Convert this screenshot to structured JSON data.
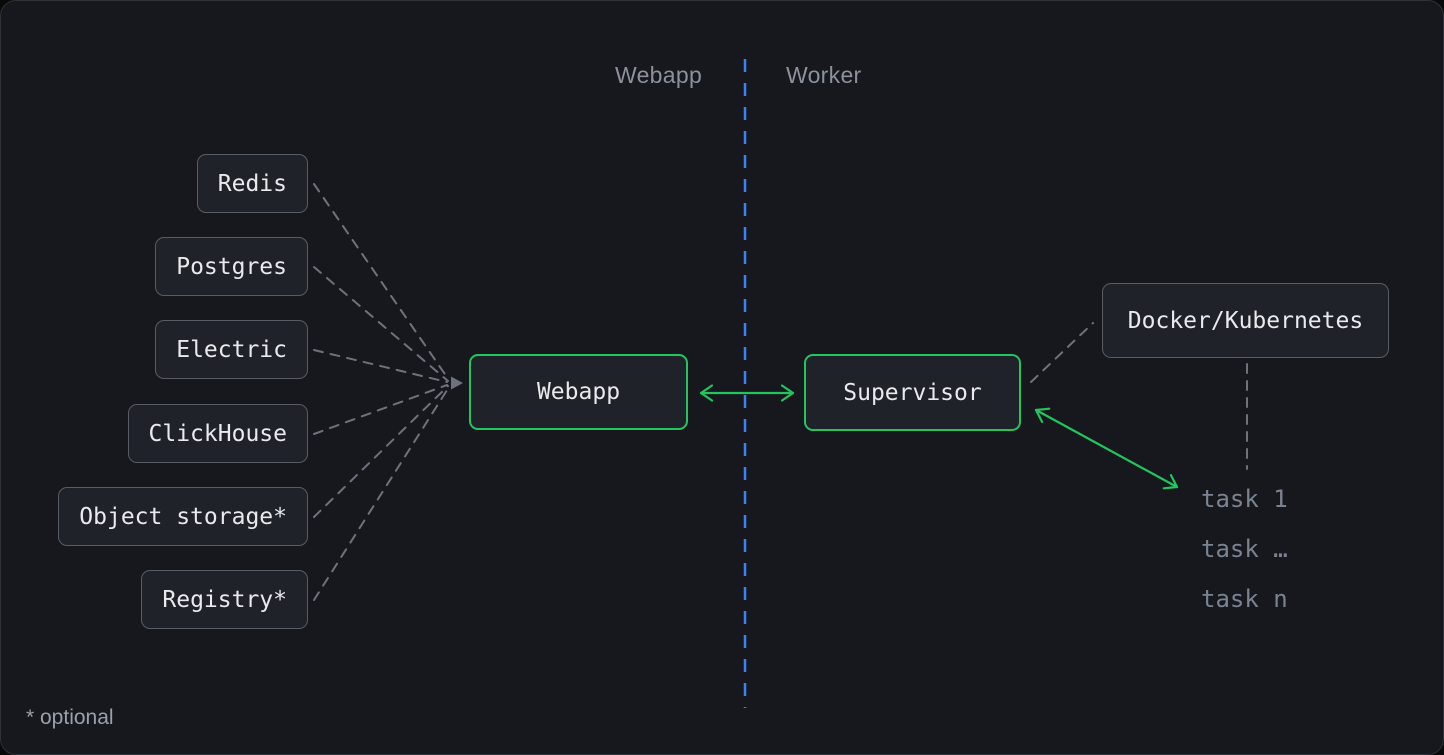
{
  "colors": {
    "bg_outer": "#08090b",
    "canvas_bg": "#16181d",
    "canvas_border": "#2d3138",
    "node_bg": "#1f2228",
    "node_border": "#575c65",
    "node_text": "#e8eaee",
    "accent_green": "#22c55e",
    "divider_blue": "#3b82f6",
    "edge_gray": "#6d727c",
    "lane_label_text": "#8b919d",
    "task_text": "#7c8390",
    "footnote_text": "#9aa0ac"
  },
  "lanes": {
    "left": "Webapp",
    "right": "Worker"
  },
  "dependencies": [
    {
      "label": "Redis"
    },
    {
      "label": "Postgres"
    },
    {
      "label": "Electric"
    },
    {
      "label": "ClickHouse"
    },
    {
      "label": "Object storage*"
    },
    {
      "label": "Registry*"
    }
  ],
  "nodes": {
    "webapp": {
      "label": "Webapp"
    },
    "supervisor": {
      "label": "Supervisor"
    },
    "runtime": {
      "label": "Docker/Kubernetes"
    }
  },
  "tasks": [
    {
      "label": "task 1"
    },
    {
      "label": "task …"
    },
    {
      "label": "task n"
    }
  ],
  "footnote": "* optional"
}
